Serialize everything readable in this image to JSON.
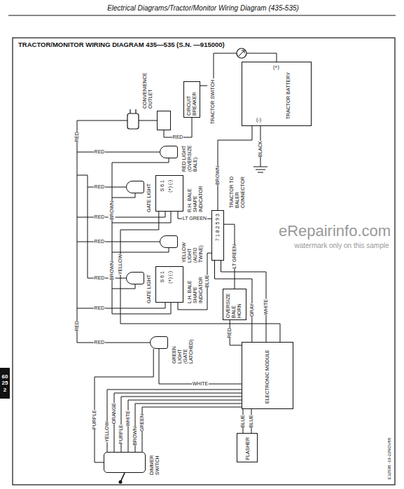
{
  "diagram": {
    "title": "TRACTOR/MONITOR WIRING DIAGRAM 435—535 (S.N. —915000)",
    "nodes": [
      {
        "text": [
          "TRACTOR BATTERY",
          "(+)",
          "(-)"
        ]
      },
      {
        "text": [
          "TRACTOR SWITCH"
        ]
      },
      {
        "text": [
          "CIRCUIT BREAKER"
        ]
      },
      {
        "text": [
          "CONVENIENCE OUTLET"
        ]
      },
      {
        "text": [
          "RED LIGHT (OVERSIZE BALE)"
        ]
      },
      {
        "text": [
          "GATE LIGHT"
        ]
      },
      {
        "text": [
          "R.H. BALE SHAPE INDICATOR",
          "S 6 1",
          "(+) (-)"
        ]
      },
      {
        "text": [
          "YELLOW LIGHT (AUTO TWINE)"
        ]
      },
      {
        "text": [
          "GATE LIGHT"
        ]
      },
      {
        "text": [
          "L.H. BALE SHAPE INDICATOR",
          "S 6 1",
          "(+) (-)"
        ]
      },
      {
        "text": [
          "OVERSIZE BALE HORN"
        ]
      },
      {
        "text": [
          "TRACTOR TO BALER CONNECTOR",
          "7 1 8 2 5 9 3"
        ]
      },
      {
        "text": [
          "GREEN LIGHT (GATE LATCHED)"
        ]
      },
      {
        "text": [
          "ELECTRONIC MODULE"
        ]
      },
      {
        "text": [
          "DIMMER SWITCH"
        ]
      },
      {
        "text": [
          "FLASHER"
        ]
      }
    ],
    "edges": [
      {
        "from": 0,
        "to": 1,
        "arrow": "none"
      },
      {
        "from": 1,
        "to": 2,
        "arrow": "none"
      },
      {
        "from": 2,
        "to": 3,
        "label": "RED",
        "arrow": "none"
      },
      {
        "from": 11,
        "to": 0,
        "label": "BROWN",
        "arrow": "none"
      },
      {
        "from": 6,
        "to": 11,
        "label": "LT GREEN",
        "arrow": "none"
      },
      {
        "from": 11,
        "to": 10,
        "label": "LT GREEN",
        "arrow": "none"
      },
      {
        "from": 9,
        "to": 11,
        "label": "BLUE",
        "arrow": "none"
      },
      {
        "from": 10,
        "to": 13,
        "label": "RED",
        "arrow": "none"
      },
      {
        "from": 11,
        "to": 13,
        "label": "GRAY",
        "arrow": "none"
      },
      {
        "from": 11,
        "to": 13,
        "label": "WHITE",
        "arrow": "none"
      },
      {
        "from": 6,
        "to": 13,
        "label": "YELLOW",
        "arrow": "none"
      },
      {
        "from": 12,
        "to": 13,
        "label": "WHITE",
        "arrow": "none"
      },
      {
        "from": 15,
        "to": 13,
        "label": "BLUE",
        "arrow": "none"
      },
      {
        "from": 15,
        "to": 13,
        "label": "BLUE",
        "arrow": "none"
      },
      {
        "from": 14,
        "to": 13,
        "label": "YELLOW",
        "arrow": "none"
      },
      {
        "from": 14,
        "to": 13,
        "label": "ORANGE",
        "arrow": "none"
      },
      {
        "from": 14,
        "to": 13,
        "label": "PURPLE",
        "arrow": "none"
      },
      {
        "from": 14,
        "to": 13,
        "label": "WHITE",
        "arrow": "none"
      },
      {
        "from": 14,
        "to": 13,
        "label": "BROWN",
        "arrow": "none"
      },
      {
        "from": 14,
        "to": 13,
        "label": "GREEN",
        "arrow": "none"
      },
      {
        "from": 12,
        "to": 14,
        "label": "PURPLE",
        "arrow": "none"
      }
    ],
    "labels": [
      "Electrical Diagrams/Tractor/Monitor Wiring Diagram (435-535)",
      "RED",
      "RED",
      "RED",
      "RED",
      "RED",
      "RED",
      "RED",
      "RED",
      "RED",
      "BROWN",
      "BROWN",
      "BLACK",
      "60 25 2",
      "eRepairinfo.com",
      "watermark only on this sample",
      "E32598 -19-22NOV88"
    ]
  }
}
